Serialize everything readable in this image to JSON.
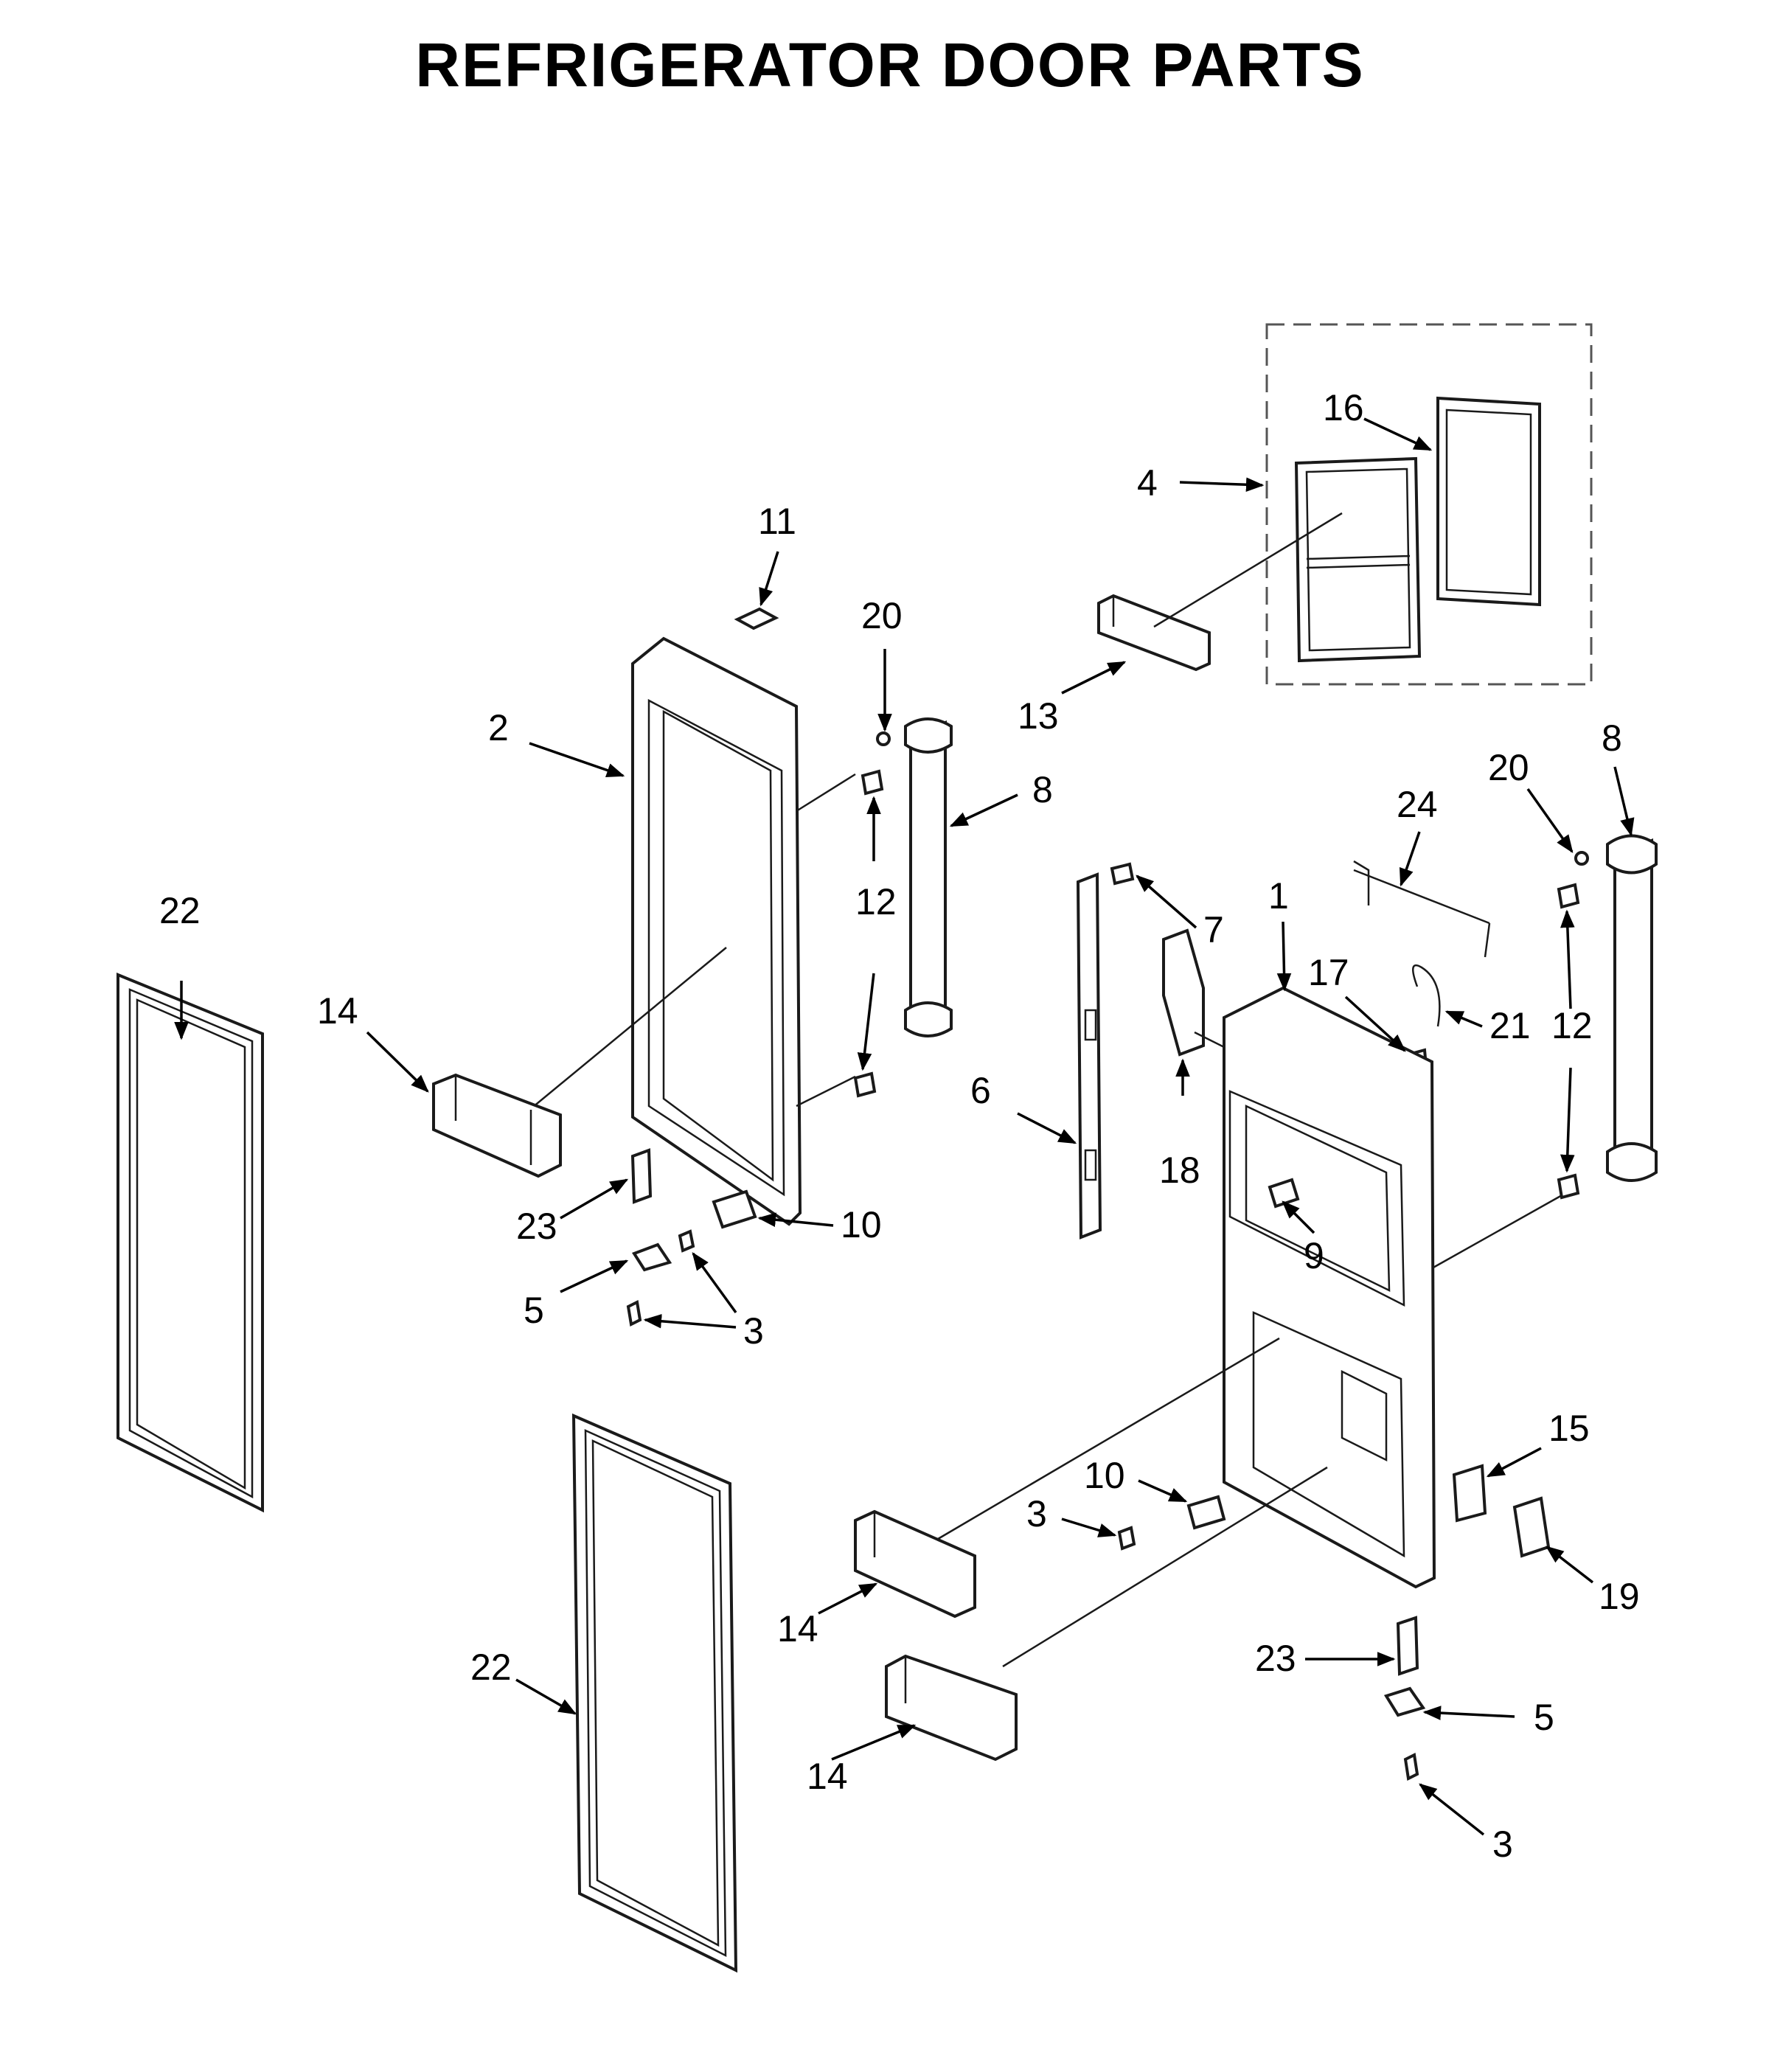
{
  "title": "REFRIGERATOR DOOR PARTS",
  "colors": {
    "ink": "#000000",
    "background": "#ffffff"
  },
  "callouts": [
    {
      "id": "c-11",
      "label": "11",
      "part": "11"
    },
    {
      "id": "c-20a",
      "label": "20",
      "part": "20"
    },
    {
      "id": "c-2",
      "label": "2",
      "part": "2"
    },
    {
      "id": "c-8a",
      "label": "8",
      "part": "8"
    },
    {
      "id": "c-12a",
      "label": "12",
      "part": "12"
    },
    {
      "id": "c-22a",
      "label": "22",
      "part": "22"
    },
    {
      "id": "c-14a",
      "label": "14",
      "part": "14"
    },
    {
      "id": "c-23a",
      "label": "23",
      "part": "23"
    },
    {
      "id": "c-10a",
      "label": "10",
      "part": "10"
    },
    {
      "id": "c-5a",
      "label": "5",
      "part": "5"
    },
    {
      "id": "c-3a",
      "label": "3",
      "part": "3"
    },
    {
      "id": "c-16",
      "label": "16",
      "part": "16"
    },
    {
      "id": "c-4",
      "label": "4",
      "part": "4"
    },
    {
      "id": "c-13",
      "label": "13",
      "part": "13"
    },
    {
      "id": "c-20b",
      "label": "20",
      "part": "20"
    },
    {
      "id": "c-8b",
      "label": "8",
      "part": "8"
    },
    {
      "id": "c-24",
      "label": "24",
      "part": "24"
    },
    {
      "id": "c-7",
      "label": "7",
      "part": "7"
    },
    {
      "id": "c-1",
      "label": "1",
      "part": "1"
    },
    {
      "id": "c-17",
      "label": "17",
      "part": "17"
    },
    {
      "id": "c-21",
      "label": "21",
      "part": "21"
    },
    {
      "id": "c-12b",
      "label": "12",
      "part": "12"
    },
    {
      "id": "c-6",
      "label": "6",
      "part": "6"
    },
    {
      "id": "c-18",
      "label": "18",
      "part": "18"
    },
    {
      "id": "c-9",
      "label": "9",
      "part": "9"
    },
    {
      "id": "c-15",
      "label": "15",
      "part": "15"
    },
    {
      "id": "c-10b",
      "label": "10",
      "part": "10"
    },
    {
      "id": "c-3b",
      "label": "3",
      "part": "3"
    },
    {
      "id": "c-19",
      "label": "19",
      "part": "19"
    },
    {
      "id": "c-14b",
      "label": "14",
      "part": "14"
    },
    {
      "id": "c-23b",
      "label": "23",
      "part": "23"
    },
    {
      "id": "c-22b",
      "label": "22",
      "part": "22"
    },
    {
      "id": "c-5b",
      "label": "5",
      "part": "5"
    },
    {
      "id": "c-14c",
      "label": "14",
      "part": "14"
    },
    {
      "id": "c-3c",
      "label": "3",
      "part": "3"
    }
  ]
}
